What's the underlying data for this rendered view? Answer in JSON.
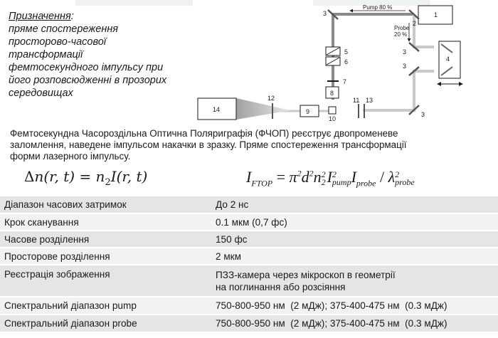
{
  "purpose": {
    "title": "Призначення",
    "title_suffix": ":",
    "lines": [
      "пряме спостереження",
      "просторово-часової",
      "трансформації",
      "фемтосекундного імпульсу при",
      "його розповсюдженні в прозорих",
      "середовищах"
    ]
  },
  "description": "Фемтосекундна Часороздільна Оптична Поляриграфія (ФЧОП) реєструє двопроменеве заломлення, наведене імпульсом накачки в зразку. Пряме спостереження трансформації форми лазерного імпульсу.",
  "formulas": {
    "left": {
      "delta": "Δ",
      "lhs": "n(r, t)",
      "eq": " = ",
      "n": "n",
      "n_sub": "2",
      "rhs": "I(r, t)"
    },
    "right": {
      "I": "I",
      "I_sub": "FTOP",
      "eq": " = ",
      "body1": "π",
      "sup_2a": "2",
      "d": "d",
      "sup_2b": "2",
      "n": "n",
      "n_sup": "2",
      "n_sub": "2",
      "I2": "I",
      "pump_sup": "2",
      "pump_sub": "pump",
      "I3": "I",
      "probe_sub": "probe",
      "slash": " / ",
      "lambda": "λ",
      "lambda_sup": "2",
      "lambda_sub": "probe"
    }
  },
  "diagram": {
    "labels": {
      "pump": "Pump 80 %",
      "probe": "Probe",
      "probe_pct": "20 %",
      "n1": "1",
      "n2": "2",
      "n3a": "3",
      "n3b": "3",
      "n3c": "3",
      "n3d": "3",
      "n4": "4",
      "n5": "5",
      "n6": "6",
      "n7": "7",
      "n8": "8",
      "n9": "9",
      "n10": "10",
      "n11": "11",
      "n12": "12",
      "n13": "13",
      "n14": "14"
    },
    "colors": {
      "pump_beam": "#8a8a8a",
      "probe_beam": "#c9c9c9"
    }
  },
  "table": {
    "rows": [
      {
        "label": "Діапазон часових затримок",
        "value": "До 2 нс"
      },
      {
        "label": "Крок сканування",
        "value": "0.1 мкм (0,7 фс)"
      },
      {
        "label": "Часове розділення",
        "value": "150 фс"
      },
      {
        "label": "Просторове розділення",
        "value": "2 мкм"
      },
      {
        "label": "Реєстрація зображення",
        "value": "ПЗЗ-камера через мікроскоп в геометрії\nна поглинання або розсіяння"
      },
      {
        "label": "Спектральний діапазон pump",
        "value": "750-800-950 нм  (2 мДж); 375-400-475 нм  (0.3 мДж)"
      },
      {
        "label": "Спектральний діапазон probe",
        "value": "750-800-950 нм  (2 мДж); 375-400-475 нм  (0.3 мДж)"
      }
    ],
    "colors": {
      "odd": "#e5e5e5",
      "even": "#f2f2f2"
    }
  }
}
